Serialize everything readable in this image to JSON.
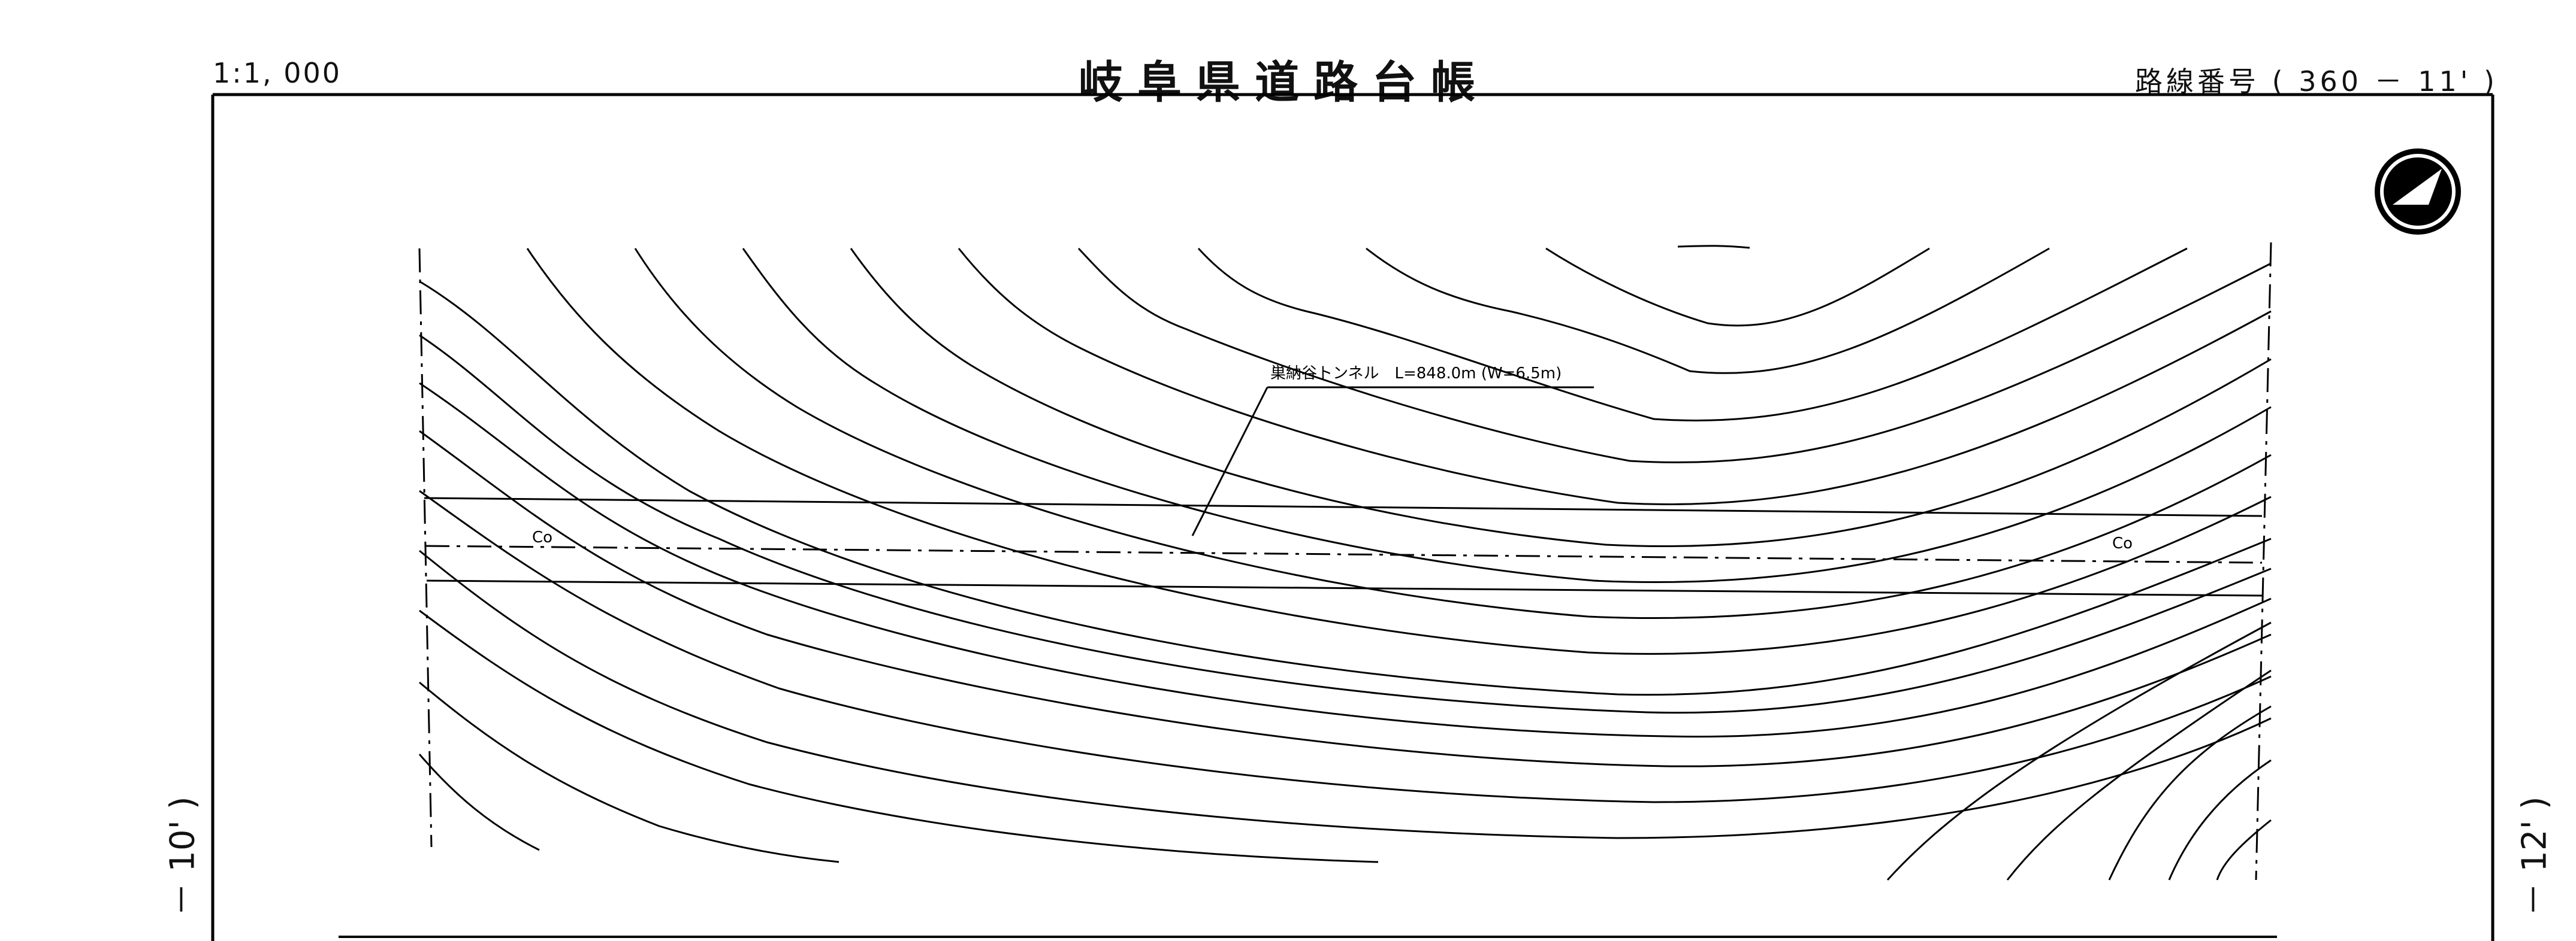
{
  "header": {
    "scale": "1:1, 000",
    "title": "岐阜県道路台帳",
    "route_label": "路線番号 ( 360 － 11' )"
  },
  "side_labels": {
    "left": "－ 10' )",
    "right": "－ 12' )"
  },
  "map": {
    "tunnel_label": "巣納谷トンネル　L=848.0m (W=6.5m)",
    "contour_marker": "Co",
    "north_icon": "north-arrow-icon",
    "line_color": "#000000"
  }
}
